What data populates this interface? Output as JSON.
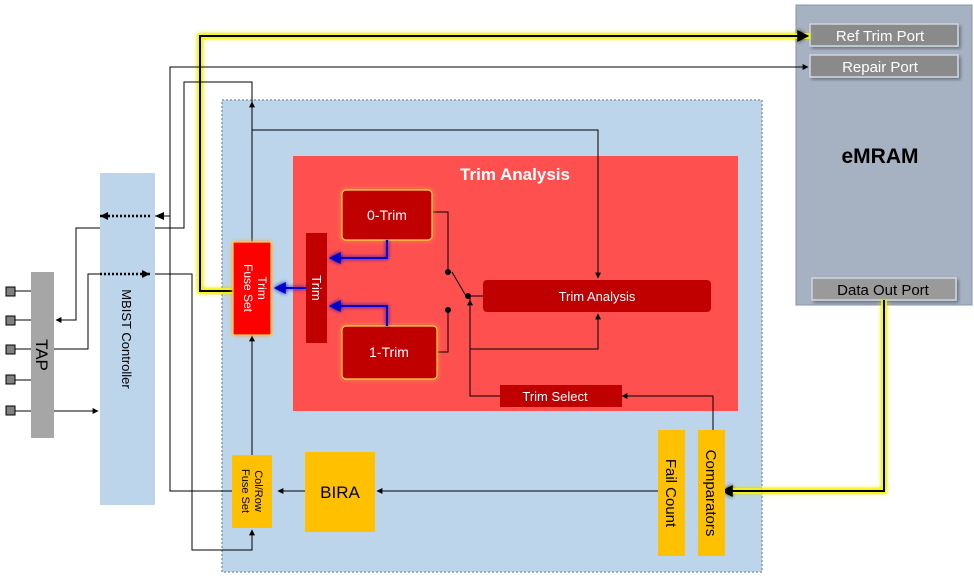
{
  "diagram": {
    "ref_trim_port": "Ref Trim Port",
    "repair_port": "Repair Port",
    "emram": "eMRAM",
    "data_out_port": "Data Out Port",
    "trim_analysis_title": "Trim Analysis",
    "zero_trim": "0-Trim",
    "one_trim": "1-Trim",
    "trim_analysis_block": "Trim Analysis",
    "trim_select": "Trim Select",
    "trim_mux": "Trim",
    "trim_fuse_line1": "Trim",
    "trim_fuse_line2": "Fuse Set",
    "colrow_fuse_line1": "Col/Row",
    "colrow_fuse_line2": "Fuse Set",
    "bira": "BIRA",
    "fail_count": "Fail Count",
    "comparators": "Comparators",
    "mbist_controller": "MBIST Controller",
    "tap": "TAP"
  },
  "colors": {
    "bist_region": "#bcd5ea",
    "trim_region": "#ff5050",
    "dark_red_block": "#c00000",
    "emram_gray": "#a6b1c2",
    "yellow_block": "#ffc000",
    "highlight_path": "#ffff00",
    "blue_arrow": "#0000cc"
  }
}
